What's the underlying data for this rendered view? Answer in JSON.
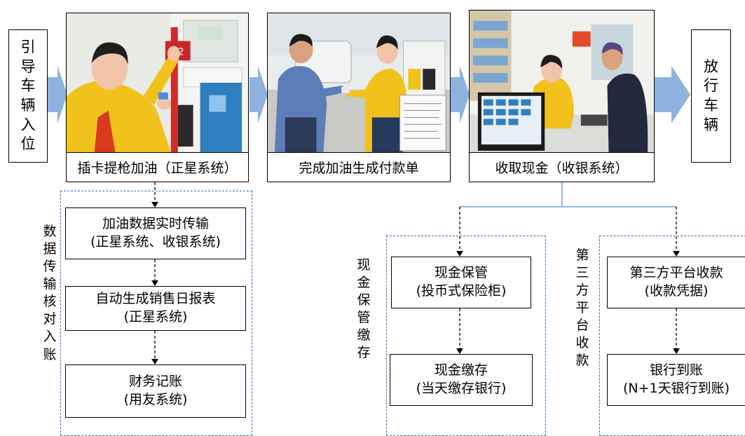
{
  "left_box": {
    "chars": [
      "引",
      "导",
      "车",
      "辆",
      "入",
      "位"
    ]
  },
  "right_box": {
    "chars": [
      "放",
      "行",
      "车",
      "辆"
    ]
  },
  "steps": {
    "step1": "插卡提枪加油（正星系统）",
    "step2": "完成加油生成付款单",
    "step3": "收取现金（收银系统）"
  },
  "photos": {
    "photo1": {
      "price_tag": "92"
    }
  },
  "data_section": {
    "label_chars": [
      "数",
      "据",
      "传",
      "输",
      "核",
      "对",
      "入",
      "账"
    ],
    "boxes": [
      {
        "line1": "加油数据实时传输",
        "line2": "(正星系统、收银系统)"
      },
      {
        "line1": "自动生成销售日报表",
        "line2": "(正星系统)"
      },
      {
        "line1": "财务记账",
        "line2": "(用友系统)"
      }
    ]
  },
  "cash_section": {
    "label_chars": [
      "现",
      "金",
      "保",
      "管",
      "缴",
      "存"
    ],
    "boxes": [
      {
        "line1": "现金保管",
        "line2": "(投币式保险柜)"
      },
      {
        "line1": "现金缴存",
        "line2": "(当天缴存银行)"
      }
    ]
  },
  "third_party_section": {
    "label_chars": [
      "第",
      "三",
      "方",
      "平",
      "台",
      "收",
      "款"
    ],
    "boxes": [
      {
        "line1": "第三方平台收款",
        "line2": "(收款凭据)"
      },
      {
        "line1": "银行到账",
        "line2": "(N+1天银行到账)"
      }
    ]
  },
  "colors": {
    "arrow_fill": "#8fb3e0",
    "dashed_border": "#2e75b6",
    "connector_blue": "#6f9fd8"
  }
}
